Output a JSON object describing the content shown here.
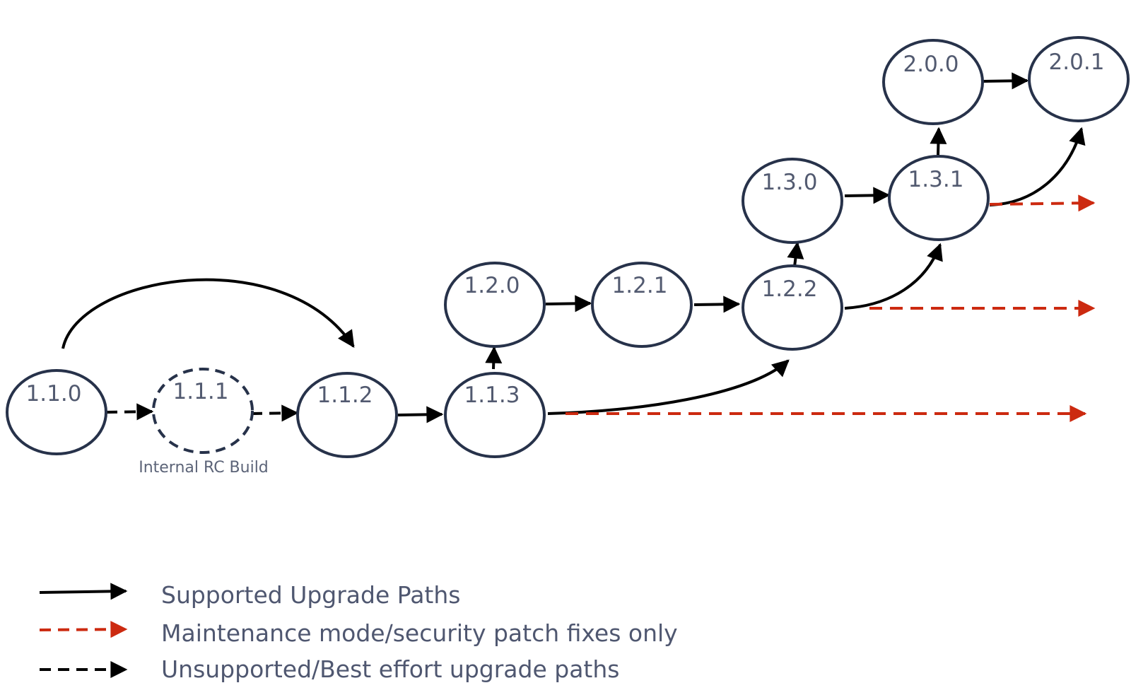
{
  "colors": {
    "node_stroke": "#27324a",
    "node_text": "#525a70",
    "supported": "#000000",
    "maintenance": "#cc2a10",
    "unsupported": "#000000"
  },
  "nodes": [
    {
      "id": "n110",
      "label": "1.1.0",
      "style": "solid"
    },
    {
      "id": "n111",
      "label": "1.1.1",
      "style": "dashed",
      "note": "Internal RC Build"
    },
    {
      "id": "n112",
      "label": "1.1.2",
      "style": "solid"
    },
    {
      "id": "n113",
      "label": "1.1.3",
      "style": "solid"
    },
    {
      "id": "n120",
      "label": "1.2.0",
      "style": "solid"
    },
    {
      "id": "n121",
      "label": "1.2.1",
      "style": "solid"
    },
    {
      "id": "n122",
      "label": "1.2.2",
      "style": "solid"
    },
    {
      "id": "n130",
      "label": "1.3.0",
      "style": "solid"
    },
    {
      "id": "n131",
      "label": "1.3.1",
      "style": "solid"
    },
    {
      "id": "n200",
      "label": "2.0.0",
      "style": "solid"
    },
    {
      "id": "n201",
      "label": "2.0.1",
      "style": "solid"
    }
  ],
  "edges": [
    {
      "from": "1.1.0",
      "to": "1.1.1",
      "type": "unsupported"
    },
    {
      "from": "1.1.1",
      "to": "1.1.2",
      "type": "unsupported"
    },
    {
      "from": "1.1.0",
      "to": "1.1.2",
      "type": "supported"
    },
    {
      "from": "1.1.2",
      "to": "1.1.3",
      "type": "supported"
    },
    {
      "from": "1.1.3",
      "to": "1.2.0",
      "type": "supported"
    },
    {
      "from": "1.1.3",
      "to": "1.2.2",
      "type": "supported"
    },
    {
      "from": "1.2.0",
      "to": "1.2.1",
      "type": "supported"
    },
    {
      "from": "1.2.1",
      "to": "1.2.2",
      "type": "supported"
    },
    {
      "from": "1.2.2",
      "to": "1.3.0",
      "type": "supported"
    },
    {
      "from": "1.2.2",
      "to": "1.3.1",
      "type": "supported"
    },
    {
      "from": "1.3.0",
      "to": "1.3.1",
      "type": "supported"
    },
    {
      "from": "1.3.1",
      "to": "2.0.0",
      "type": "supported"
    },
    {
      "from": "1.3.1",
      "to": "2.0.1",
      "type": "supported"
    },
    {
      "from": "2.0.0",
      "to": "2.0.1",
      "type": "supported"
    },
    {
      "from": "1.1.3",
      "to": "",
      "type": "maintenance"
    },
    {
      "from": "1.2.2",
      "to": "",
      "type": "maintenance"
    },
    {
      "from": "1.3.1",
      "to": "",
      "type": "maintenance"
    }
  ],
  "legend": [
    {
      "type": "supported",
      "label": "Supported Upgrade Paths"
    },
    {
      "type": "maintenance",
      "label": "Maintenance mode/security patch fixes only"
    },
    {
      "type": "unsupported",
      "label": "Unsupported/Best effort upgrade paths"
    }
  ]
}
